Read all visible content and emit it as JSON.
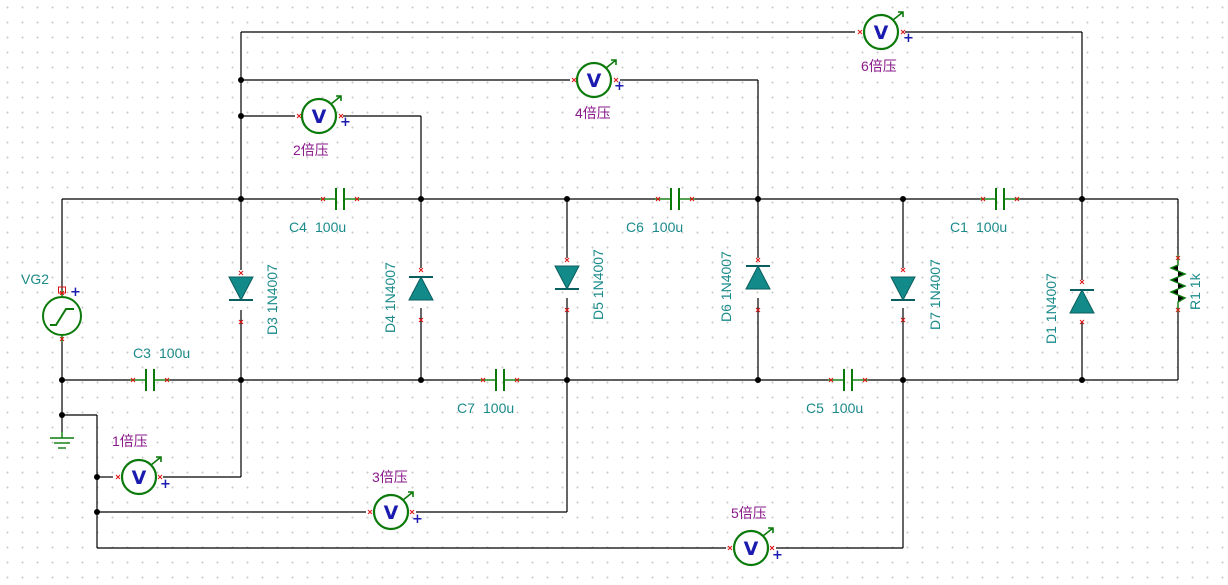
{
  "source": {
    "name": "VG2"
  },
  "capacitors": [
    {
      "name": "C1",
      "value": "100u"
    },
    {
      "name": "C3",
      "value": "100u"
    },
    {
      "name": "C4",
      "value": "100u"
    },
    {
      "name": "C5",
      "value": "100u"
    },
    {
      "name": "C6",
      "value": "100u"
    },
    {
      "name": "C7",
      "value": "100u"
    }
  ],
  "diodes": [
    {
      "name": "D1",
      "part": "1N4007"
    },
    {
      "name": "D3",
      "part": "1N4007"
    },
    {
      "name": "D4",
      "part": "1N4007"
    },
    {
      "name": "D5",
      "part": "1N4007"
    },
    {
      "name": "D6",
      "part": "1N4007"
    },
    {
      "name": "D7",
      "part": "1N4007"
    }
  ],
  "resistor": {
    "name": "R1",
    "value": "1k"
  },
  "voltmeters": {
    "symbol": "V",
    "plus": "+",
    "labels": {
      "m1": "1倍压",
      "m2": "2倍压",
      "m3": "3倍压",
      "m4": "4倍压",
      "m5": "5倍压",
      "m6": "6倍压"
    }
  },
  "colors": {
    "wire": "#000000",
    "component": "#0b7a0b",
    "diode_fill": "#138a8a",
    "component_label": "#1a8a8a",
    "meter_label": "#8a1a8a",
    "meter_symbol": "#1b1bb0",
    "pin_marker": "#dd1111"
  },
  "icons": {
    "ground": "ground-symbol-icon",
    "source": "ramp-source-icon",
    "meter": "voltmeter-icon",
    "diode": "diode-icon",
    "capacitor": "capacitor-icon",
    "resistor": "resistor-zigzag-icon"
  }
}
